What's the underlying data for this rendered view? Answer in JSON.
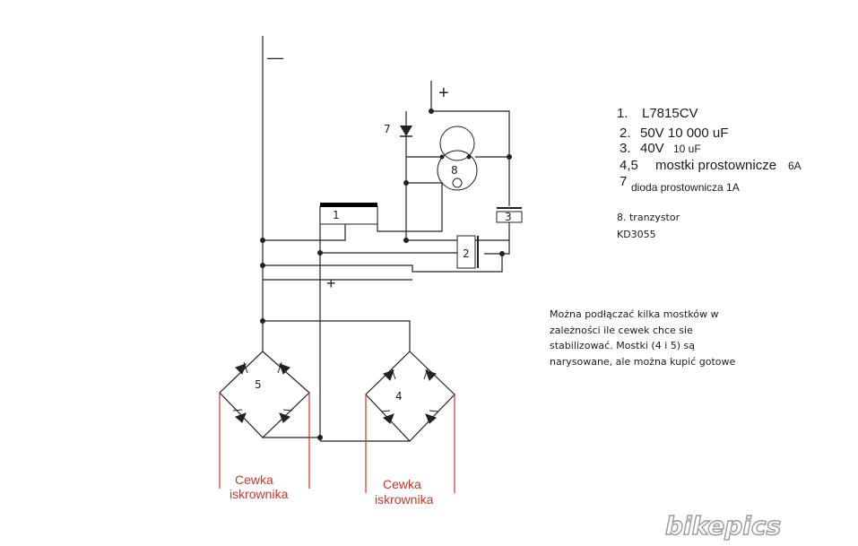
{
  "diagram": {
    "supply": {
      "negative": "—",
      "positive_top": "+",
      "positive_mid": "+"
    },
    "components": {
      "c1": "1",
      "c2": "2",
      "c3": "3",
      "c4": "4",
      "c5": "5",
      "c7": "7",
      "c8": "8"
    },
    "coils": {
      "left": {
        "line1": "Cewka",
        "line2": "iskrownika"
      },
      "right": {
        "line1": "Cewka",
        "line2": "iskrownika"
      }
    },
    "colors": {
      "wire": "#222222",
      "coil": "#c0392b",
      "regulator_bar": "#000000"
    }
  },
  "legend": {
    "items": [
      {
        "num": "1.",
        "text": "L7815CV"
      },
      {
        "num": "2.",
        "text": "50V 10 000 uF"
      },
      {
        "num": "3.",
        "text": "40V",
        "small": "10 uF"
      },
      {
        "num": "4,5",
        "text": "mostki prostownicze",
        "small": "6A"
      },
      {
        "num": "7",
        "text": "",
        "small": "dioda prostownicza 1A"
      }
    ],
    "transistor": {
      "line1": "8. tranzystor",
      "line2": "KD3055"
    }
  },
  "note": {
    "lines": [
      "Można podłączać kilka mostków w",
      "zależności ile cewek chce sie",
      "stabilizować. Mostki (4 i 5) są",
      "narysowane, ale można kupić gotowe"
    ]
  },
  "watermark": "bikepics"
}
